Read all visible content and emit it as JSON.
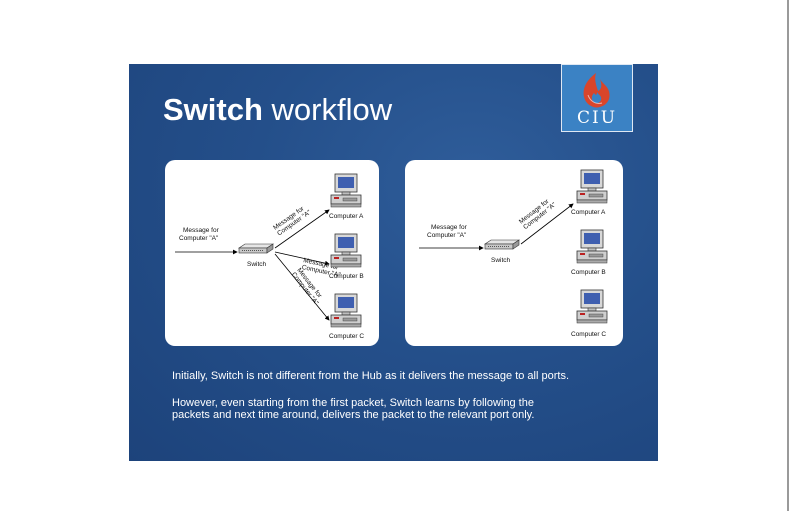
{
  "slide": {
    "title_bold": "Switch",
    "title_rest": " workflow",
    "logo_text": "CIU",
    "paragraph1": "Initially, Switch is not different from the Hub as it delivers the message to all ports.",
    "paragraph2_line1": "However, even starting from the first packet, Switch learns by following the",
    "paragraph2_line2": "packets and next time around, delivers the packet to the relevant port only."
  },
  "diagram_left": {
    "message_label_line1": "Message for",
    "message_label_line2": "Computer \"A\"",
    "switch_label": "Switch",
    "edge_label_a_line1": "Message for",
    "edge_label_a_line2": "Computer \"A\"",
    "edge_label_b_line1": "Message for",
    "edge_label_b_line2": "Computer \"A\"",
    "edge_label_c_line1": "Message for",
    "edge_label_c_line2": "Computer \"A\"",
    "computer_a": "Computer A",
    "computer_b": "Computer B",
    "computer_c": "Computer C"
  },
  "diagram_right": {
    "message_label_line1": "Message for",
    "message_label_line2": "Computer \"A\"",
    "switch_label": "Switch",
    "edge_label_a_line1": "Message for",
    "edge_label_a_line2": "Computer \"A\"",
    "computer_a": "Computer A",
    "computer_b": "Computer B",
    "computer_c": "Computer C"
  },
  "colors": {
    "slide_bg": "#244f8a",
    "logo_bg": "#3b82c4",
    "flame": "#d9452b"
  }
}
